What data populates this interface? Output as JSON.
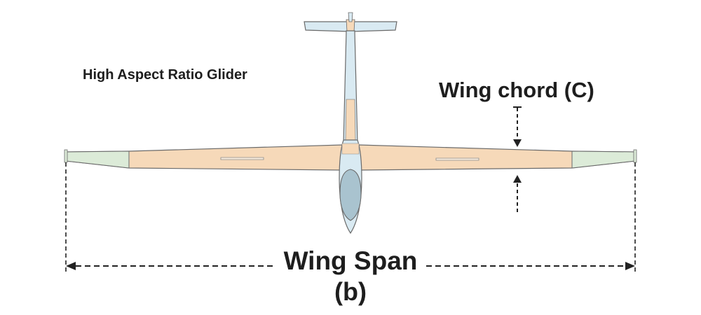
{
  "title": "High Aspect Ratio Glider",
  "chord_label": "Wing chord (C)",
  "span_label": "Wing Span",
  "span_symbol": "(b)",
  "colors": {
    "wing": "#f6d9b9",
    "wingtip": "#dcebd8",
    "fuselage": "#d9eaf2",
    "canopy": "#a9c3cf",
    "outline": "#6a6a6a",
    "dimension": "#222222"
  },
  "icons": {
    "aircraft": "glider-icon"
  }
}
